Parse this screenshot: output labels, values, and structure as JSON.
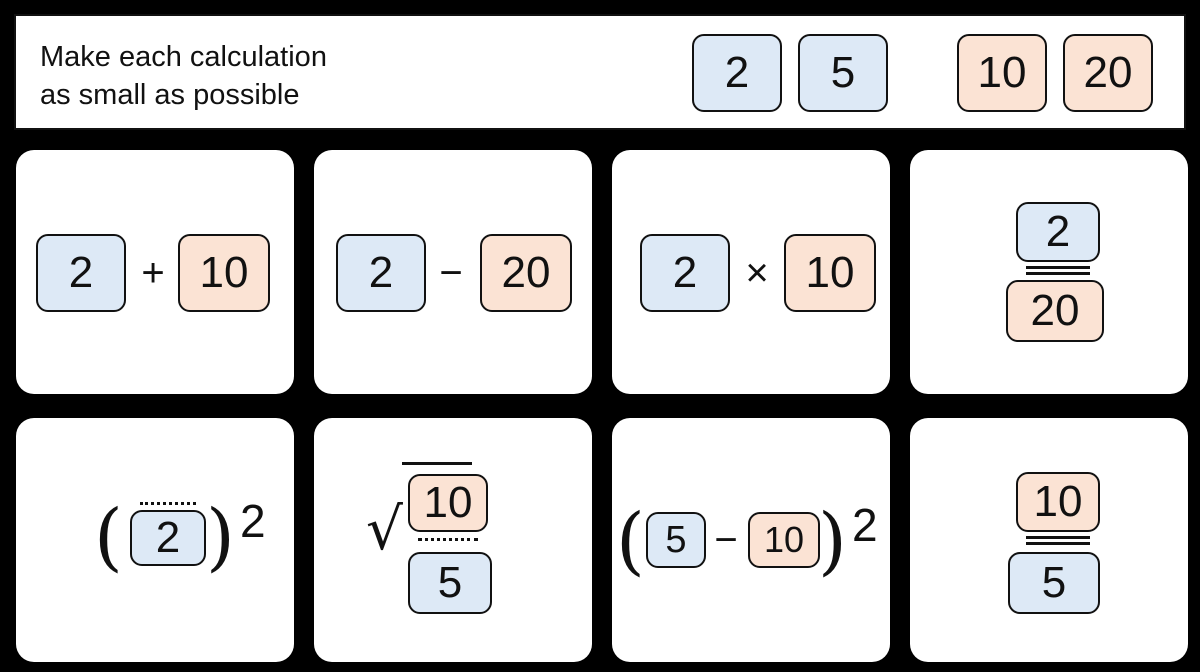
{
  "header": {
    "instruction_line1": "Make each calculation",
    "instruction_line2": "as small as possible",
    "blue_tiles": [
      "2",
      "5"
    ],
    "peach_tiles": [
      "10",
      "20"
    ]
  },
  "cards": {
    "add": {
      "a": "2",
      "op": "+",
      "b": "10"
    },
    "subtract": {
      "a": "2",
      "op": "−",
      "b": "20"
    },
    "multiply": {
      "a": "2",
      "op": "×",
      "b": "10"
    },
    "fraction1": {
      "num": "2",
      "den": "20"
    },
    "square": {
      "open": "(",
      "a": "2",
      "close": ")",
      "exp": "2"
    },
    "sqrt": {
      "sym": "√",
      "num": "10",
      "den": "5"
    },
    "diff_square": {
      "open": "(",
      "a": "5",
      "op": "−",
      "b": "10",
      "close": ")",
      "exp": "2"
    },
    "fraction2": {
      "num": "10",
      "den": "5"
    }
  },
  "colors": {
    "blue_tile": "#dde9f6",
    "peach_tile": "#fbe3d4",
    "background": "#000000"
  }
}
